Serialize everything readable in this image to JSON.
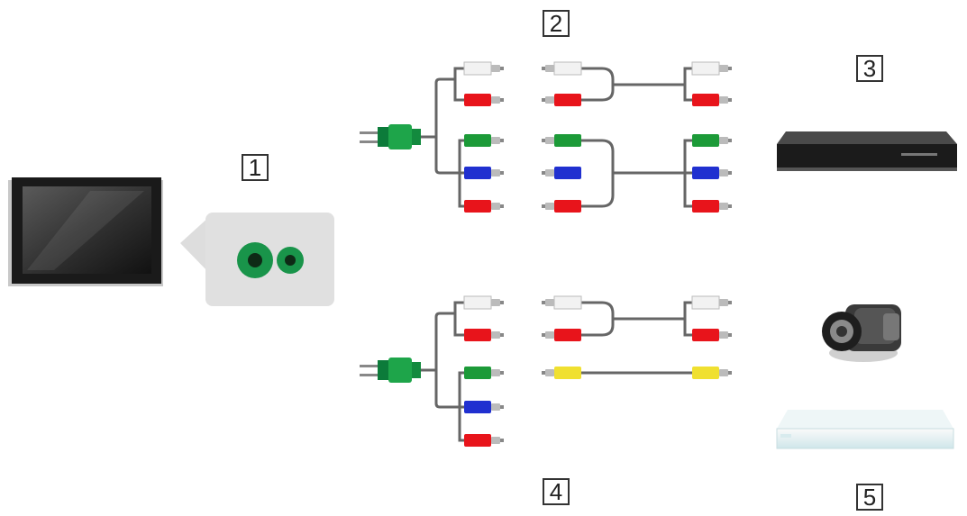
{
  "labels": {
    "n1": "1",
    "n2": "2",
    "n3": "3",
    "n4": "4",
    "n5": "5"
  },
  "colors": {
    "white": "#f2f2f2",
    "red": "#e8141b",
    "green": "#1c9a38",
    "blue": "#2030d0",
    "yellow": "#f0e030",
    "jack_green": "#19944a",
    "cable": "#666666"
  }
}
